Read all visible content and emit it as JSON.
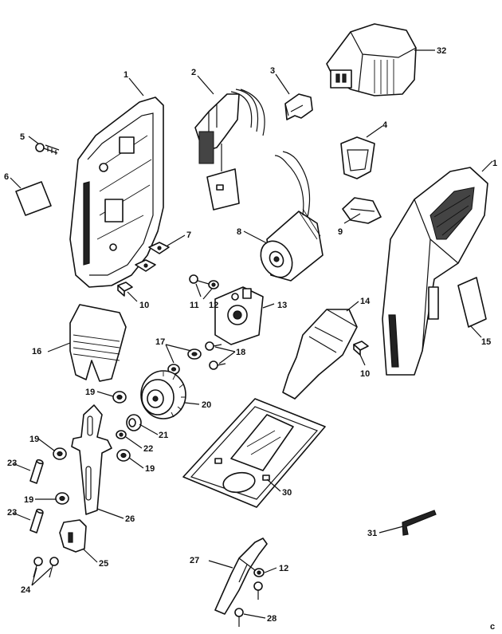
{
  "labels": {
    "l1a": "1",
    "l1b": "1",
    "l2": "2",
    "l3": "3",
    "l4": "4",
    "l5": "5",
    "l6": "6",
    "l7": "7",
    "l8": "8",
    "l9": "9",
    "l10a": "10",
    "l10b": "10",
    "l11": "11",
    "l12a": "12",
    "l12b": "12",
    "l13": "13",
    "l14": "14",
    "l15": "15",
    "l16": "16",
    "l17": "17",
    "l18": "18",
    "l19a": "19",
    "l19b": "19",
    "l19c": "19",
    "l19d": "19",
    "l20": "20",
    "l21": "21",
    "l22": "22",
    "l23a": "23",
    "l23b": "23",
    "l24": "24",
    "l25": "25",
    "l26": "26",
    "l27": "27",
    "l28": "28",
    "l30": "30",
    "l31": "31",
    "l32": "32",
    "copyright": "c"
  }
}
